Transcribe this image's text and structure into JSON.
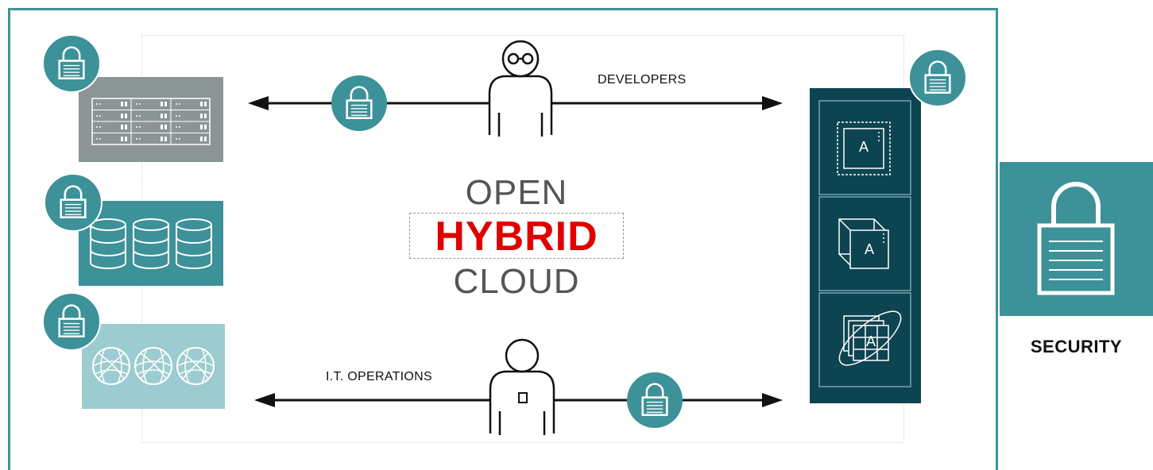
{
  "title": {
    "line1": "OPEN",
    "line2": "HYBRID",
    "line3": "CLOUD"
  },
  "roles": {
    "developers": "DEVELOPERS",
    "it_operations": "I.T. OPERATIONS"
  },
  "security": {
    "label": "SECURITY"
  },
  "apps": [
    {
      "letter": "A"
    },
    {
      "letter": "A"
    },
    {
      "letter": "A"
    }
  ],
  "colors": {
    "teal": "#3d9198",
    "dark_teal": "#0d4452",
    "gray_server": "#8c9595",
    "light_teal": "#9ccccf",
    "hybrid_red": "#e00000",
    "text_gray": "#555555"
  },
  "icons": [
    "lock-icon",
    "server-rack-icon",
    "database-icon",
    "globe-network-icon",
    "developer-person-icon",
    "operations-person-icon",
    "container-app-icon",
    "virtual-machine-app-icon",
    "cloud-app-icon"
  ]
}
